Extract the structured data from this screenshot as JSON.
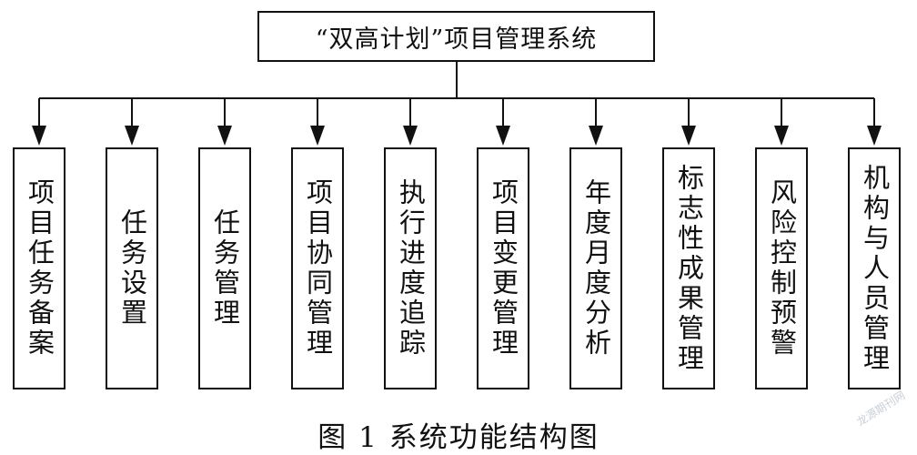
{
  "root": {
    "label": "“双高计划”项目管理系统"
  },
  "modules": [
    {
      "label": "项目任务备案"
    },
    {
      "label": "任务设置"
    },
    {
      "label": "任务管理"
    },
    {
      "label": "项目协同管理"
    },
    {
      "label": "执行进度追踪"
    },
    {
      "label": "项目变更管理"
    },
    {
      "label": "年度月度分析"
    },
    {
      "label": "标志性成果管理"
    },
    {
      "label": "风险控制预警"
    },
    {
      "label": "机构与人员管理"
    }
  ],
  "caption": "图 1   系统功能结构图",
  "watermark": "龙源期刊网"
}
